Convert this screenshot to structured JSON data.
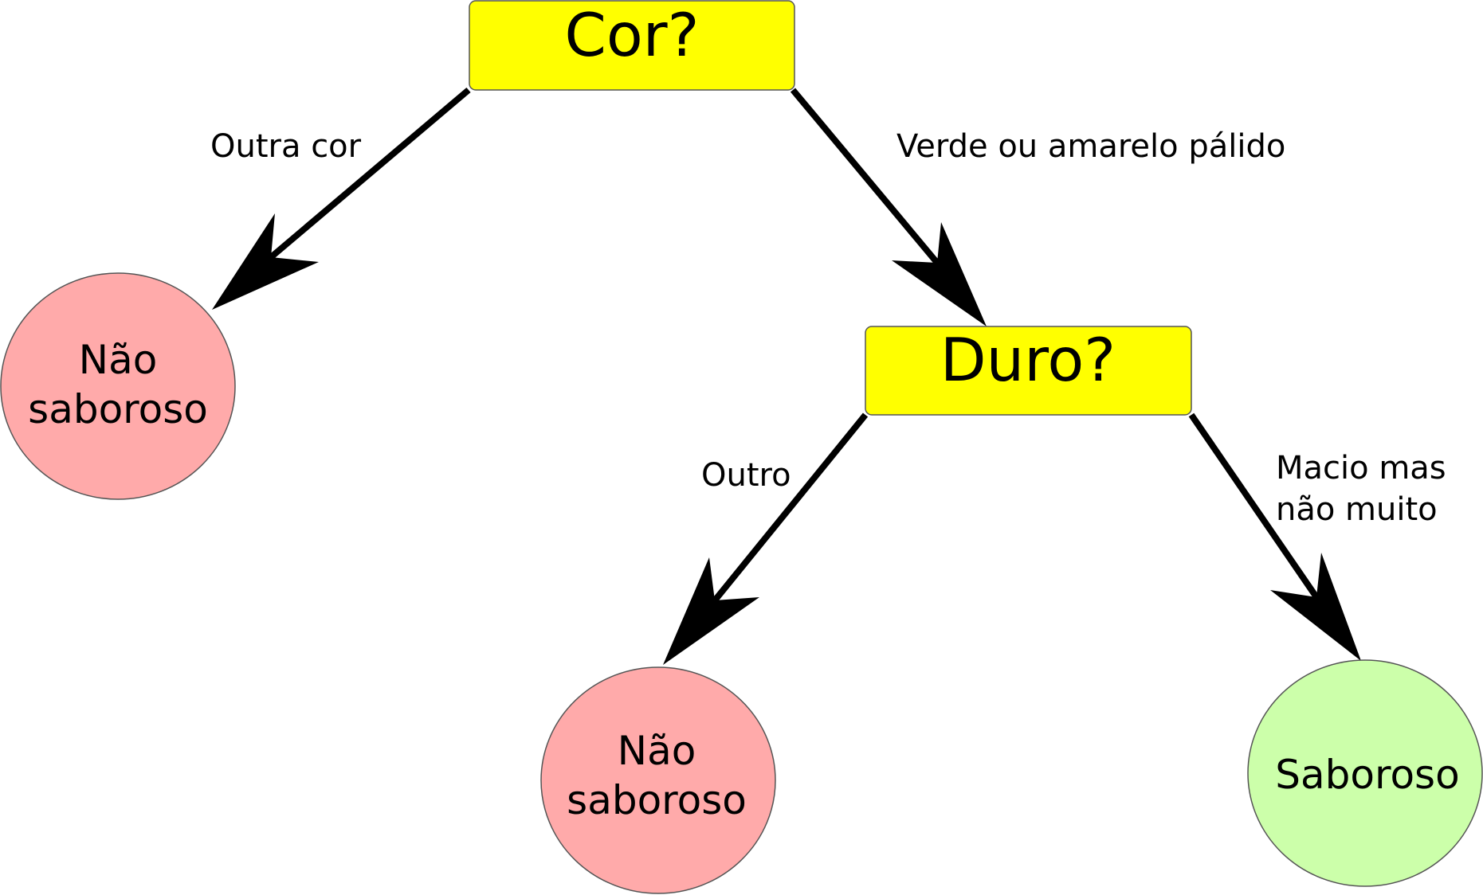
{
  "colors": {
    "question_fill": "#ffff00",
    "negative_leaf_fill": "#ffaaaa",
    "positive_leaf_fill": "#ccffaa",
    "edge": "#000000",
    "outline": "#555555"
  },
  "nodes": {
    "root": {
      "label": "Cor?"
    },
    "hard": {
      "label": "Duro?"
    },
    "leaf_left": {
      "line1": "Não",
      "line2": "saboroso"
    },
    "leaf_middle": {
      "line1": "Não",
      "line2": "saboroso"
    },
    "leaf_right": {
      "label": "Saboroso"
    }
  },
  "edges": {
    "root_to_left": {
      "label": "Outra cor"
    },
    "root_to_hard": {
      "label": "Verde ou amarelo pálido"
    },
    "hard_to_middle": {
      "label": "Outro"
    },
    "hard_to_right": {
      "line1": "Macio mas",
      "line2": "não muito"
    }
  }
}
